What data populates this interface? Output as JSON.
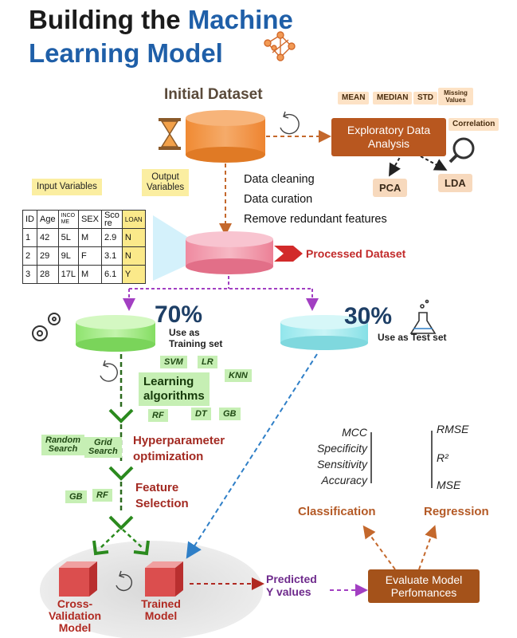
{
  "title": {
    "line1_a": "Building the ",
    "line1_b": "Machine",
    "line2": "Learning Model"
  },
  "initial_dataset": "Initial Dataset",
  "stats_chips": [
    "MEAN",
    "MEDIAN",
    "STD",
    "Missing Values"
  ],
  "eda": {
    "line1": "Exploratory Data",
    "line2": "Analysis",
    "correlation": "Correlation",
    "pca": "PCA",
    "lda": "LDA"
  },
  "steps": [
    "Data cleaning",
    "Data curation",
    "Remove redundant features"
  ],
  "input_variables": "Input Variables",
  "output_variables": {
    "line1": "Output",
    "line2": "Variables"
  },
  "table": {
    "headers": [
      "ID",
      "Age",
      "INCO ME",
      "SEX",
      "Sco re",
      "LOAN"
    ],
    "rows": [
      [
        "1",
        "42",
        "5L",
        "M",
        "2.9",
        "N"
      ],
      [
        "2",
        "29",
        "9L",
        "F",
        "3.1",
        "N"
      ],
      [
        "3",
        "28",
        "17L",
        "M",
        "6.1",
        "Y"
      ]
    ]
  },
  "processed_dataset": "Processed Dataset",
  "training": {
    "percent": "70%",
    "line1": "Use as",
    "line2": "Training set"
  },
  "test": {
    "percent": "30%",
    "label": "Use as Test set"
  },
  "algorithms": {
    "svm": "SVM",
    "lr": "LR",
    "knn": "KNN",
    "line1": "Learning",
    "line2": "algorithms",
    "rf": "RF",
    "dt": "DT",
    "gb": "GB"
  },
  "hyper": {
    "random1": "Random",
    "random2": "Search",
    "grid1": "Grid",
    "grid2": "Search",
    "line1": "Hyperparameter",
    "line2": "optimization"
  },
  "feature": {
    "gb": "GB",
    "rf": "RF",
    "line1": "Feature",
    "line2": "Selection"
  },
  "classification": {
    "metrics": [
      "MCC",
      "Specificity",
      "Sensitivity",
      "Accuracy"
    ],
    "label": "Classification"
  },
  "regression": {
    "metrics": [
      "RMSE",
      "R²",
      "MSE"
    ],
    "label": "Regression"
  },
  "cross_validation": {
    "line1": "Cross-",
    "line2": "Validation",
    "line3": "Model"
  },
  "trained": {
    "line1": "Trained",
    "line2": "Model"
  },
  "predicted": {
    "line1": "Predicted",
    "line2": "Y values"
  },
  "evaluate": {
    "line1": "Evaluate Model",
    "line2": "Perfomances"
  }
}
